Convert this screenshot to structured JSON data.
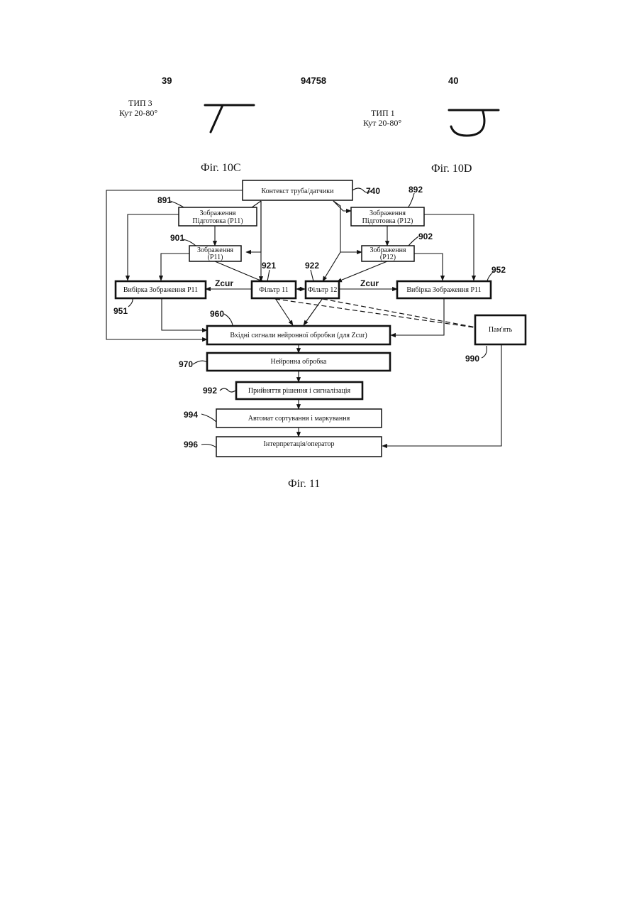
{
  "header": {
    "page_left": "39",
    "patent_number": "94758",
    "page_right": "40"
  },
  "fig10c": {
    "type_line": "ТИП 3",
    "angle_line": "Кут 20-80°",
    "caption": "Фіг. 10С"
  },
  "fig10d": {
    "type_line": "ТИП 1",
    "angle_line": "Кут 20-80°",
    "caption": "Фіг. 10D"
  },
  "fig11": {
    "caption": "Фіг. 11",
    "nodes": {
      "n740": {
        "ref": "740",
        "text": "Контекст труба/датчики"
      },
      "n891": {
        "ref": "891",
        "line1": "Зображення",
        "line2": "Підготовка (Р11)"
      },
      "n892": {
        "ref": "892",
        "line1": "Зображення",
        "line2": "Підготовка (Р12)"
      },
      "n901": {
        "ref": "901",
        "line1": "Зображення",
        "line2": "(Р11)"
      },
      "n902": {
        "ref": "902",
        "line1": "Зображення",
        "line2": "(Р12)"
      },
      "n921": {
        "ref": "921",
        "text": "Фільтр 11"
      },
      "n922": {
        "ref": "922",
        "text": "Фільтр 12"
      },
      "n951": {
        "ref": "951",
        "text": "Вибірка Зображення Р11"
      },
      "n952": {
        "ref": "952",
        "text": "Вибірка Зображення Р11"
      },
      "n960": {
        "ref": "960",
        "text": "Вхідні сигнали нейронної обробки (для Zcur)"
      },
      "n970": {
        "ref": "970",
        "text": "Нейронна обробка"
      },
      "n990": {
        "ref": "990",
        "text": "Пам'ять"
      },
      "n992": {
        "ref": "992",
        "text": "Прийняття рішення і сигналізація"
      },
      "n994": {
        "ref": "994",
        "text": "Автомат сортування і маркування"
      },
      "n996": {
        "ref": "996",
        "text": "Інтерпретація/оператор"
      }
    },
    "edge_labels": {
      "zcur_left": "Zcur",
      "zcur_right": "Zcur"
    }
  }
}
